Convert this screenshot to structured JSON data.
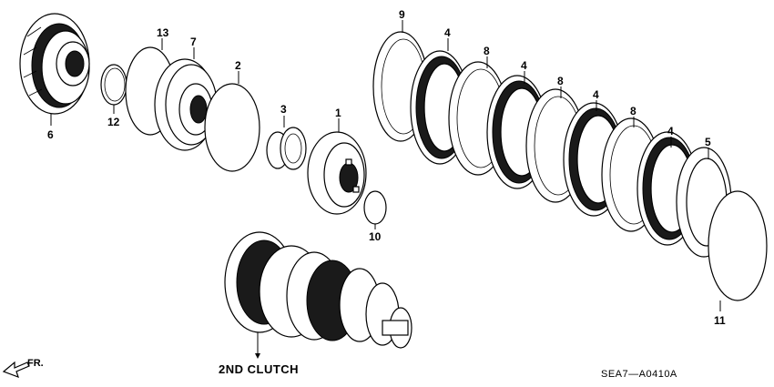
{
  "callouts": {
    "c1": "1",
    "c2": "2",
    "c3": "3",
    "c4a": "4",
    "c4b": "4",
    "c4c": "4",
    "c4d": "4",
    "c5": "5",
    "c6": "6",
    "c7": "7",
    "c8a": "8",
    "c8b": "8",
    "c8c": "8",
    "c9": "9",
    "c10": "10",
    "c11": "11",
    "c12": "12",
    "c13": "13"
  },
  "assembly_label": "2ND CLUTCH",
  "diagram_code": "SEA7—A0410A",
  "direction_label": "FR."
}
